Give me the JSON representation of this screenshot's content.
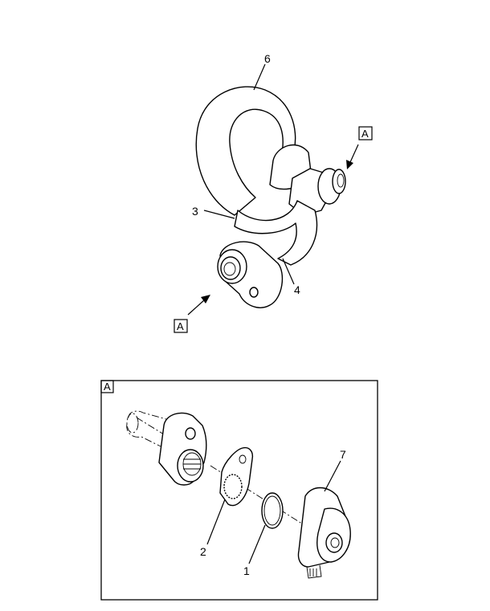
{
  "callouts": {
    "p6": "6",
    "p3": "3",
    "p4": "4",
    "p2": "2",
    "p1": "1",
    "p7": "7"
  },
  "view_markers": {
    "top_right": "A",
    "bottom_left": "A",
    "detail_box": "A"
  }
}
